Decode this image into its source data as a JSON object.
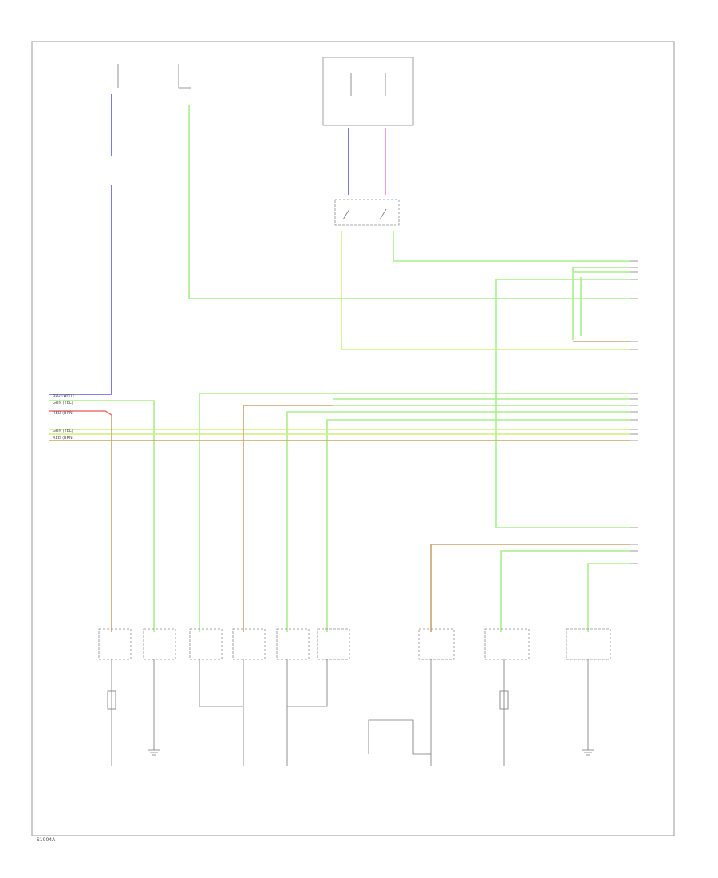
{
  "diagram": {
    "figure_id": "S1004A",
    "colors": {
      "blue": "#5a5ae6",
      "green": "#a8ee8a",
      "yellow_green": "#cfee7a",
      "orange": "#caa46a",
      "pink": "#f07ee6",
      "red": "#f07070",
      "black": "#777777"
    },
    "connector_labels": {
      "top_left_a": "BLU (WHT)",
      "top_left_b": "GRN (YEL)",
      "top_left_c": "RED (BRN)",
      "mid_left_a": "GRN (YEL)",
      "mid_left_b": "RED (BRN)"
    }
  }
}
